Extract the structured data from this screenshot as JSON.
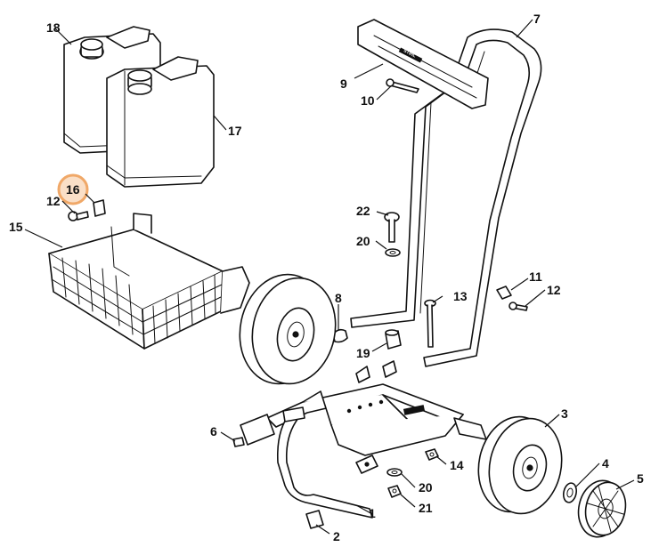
{
  "highlight_color": "#f0a868",
  "labels": {
    "p1": "1",
    "p2": "2",
    "p3": "3",
    "p4": "4",
    "p5": "5",
    "p6": "6",
    "p7": "7",
    "p8": "8",
    "p9": "9",
    "p10": "10",
    "p11": "11",
    "p12a": "12",
    "p12b": "12",
    "p13": "13",
    "p14": "14",
    "p15": "15",
    "p16": "16",
    "p17": "17",
    "p18": "18",
    "p19": "19",
    "p20a": "20",
    "p20b": "20",
    "p21": "21",
    "p22": "22"
  },
  "handle_brand": "STIHL"
}
